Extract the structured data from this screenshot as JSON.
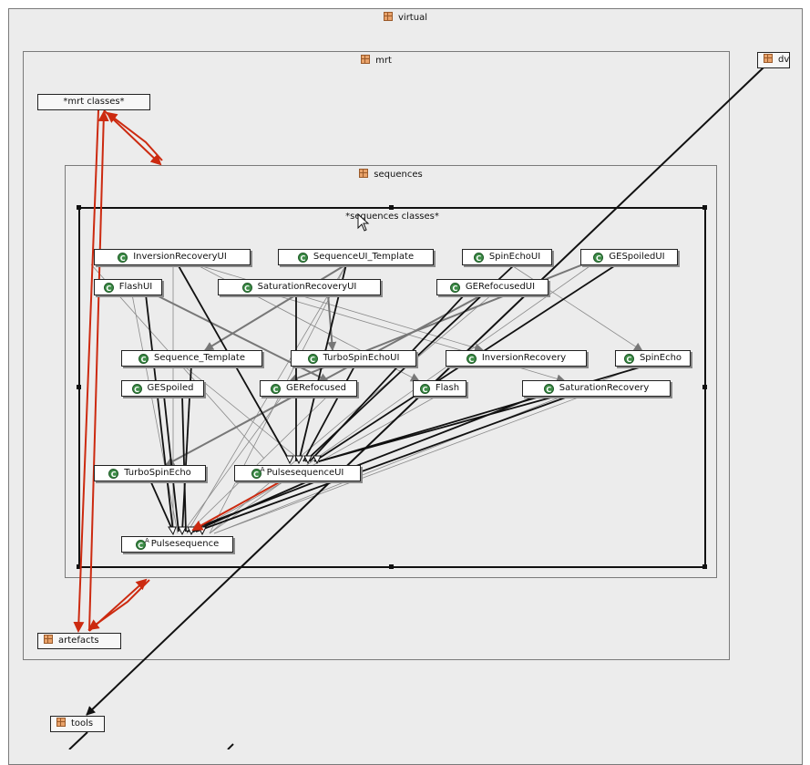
{
  "packages": {
    "virtual": "virtual",
    "mrt": "mrt",
    "sequences": "sequences",
    "dv": "dv",
    "tools": "tools",
    "artefacts": "artefacts"
  },
  "groups": {
    "mrt_classes": "*mrt classes*",
    "sequences_classes": "*sequences classes*"
  },
  "classes": {
    "inversion_recovery_ui": "InversionRecoveryUI",
    "sequence_ui_template": "SequenceUI_Template",
    "spin_echo_ui": "SpinEchoUI",
    "ge_spoiled_ui": "GESpoiledUI",
    "flash_ui": "FlashUI",
    "saturation_recovery_ui": "SaturationRecoveryUI",
    "ge_refocused_ui": "GERefocusedUI",
    "sequence_template": "Sequence_Template",
    "turbo_spin_echo_ui": "TurboSpinEchoUI",
    "inversion_recovery": "InversionRecovery",
    "spin_echo": "SpinEcho",
    "ge_spoiled": "GESpoiled",
    "ge_refocused": "GERefocused",
    "flash": "Flash",
    "saturation_recovery": "SaturationRecovery",
    "turbo_spin_echo": "TurboSpinEcho",
    "pulsesequence_ui": "PulsesequenceUI",
    "pulsesequence": "Pulsesequence"
  },
  "icons": {
    "class": "class-icon",
    "abstract_class": "abstract-class-icon",
    "package": "package-icon",
    "abstract_marker": "A"
  },
  "colors": {
    "dependency": "#111111",
    "weak_dependency": "#8a8a8a",
    "highlight_dependency": "#cc2a10",
    "package_bg": "#ececec"
  }
}
